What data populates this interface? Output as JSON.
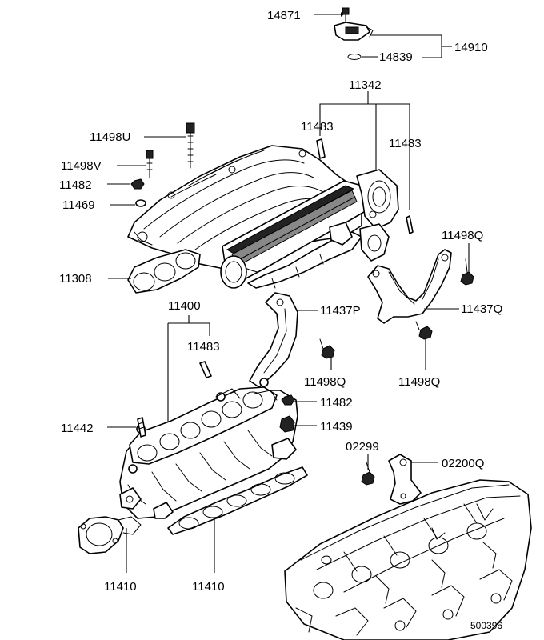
{
  "labels": {
    "l14871": "14871",
    "l14910": "14910",
    "l14839": "14839",
    "l11342": "11342",
    "l11483_a": "11483",
    "l11483_b": "11483",
    "l11498U": "11498U",
    "l11498V": "11498V",
    "l11482_a": "11482",
    "l11469": "11469",
    "l11308": "11308",
    "l11498Q_a": "11498Q",
    "l11437P": "11437P",
    "l11437Q": "11437Q",
    "l11400": "11400",
    "l11483_c": "11483",
    "l11498Q_b": "11498Q",
    "l11498Q_c": "11498Q",
    "l11482_b": "11482",
    "l11442": "11442",
    "l11439": "11439",
    "l02299": "02299",
    "l02200Q": "02200Q",
    "l11410_a": "11410",
    "l11410_b": "11410"
  },
  "figure_ref": "500396"
}
